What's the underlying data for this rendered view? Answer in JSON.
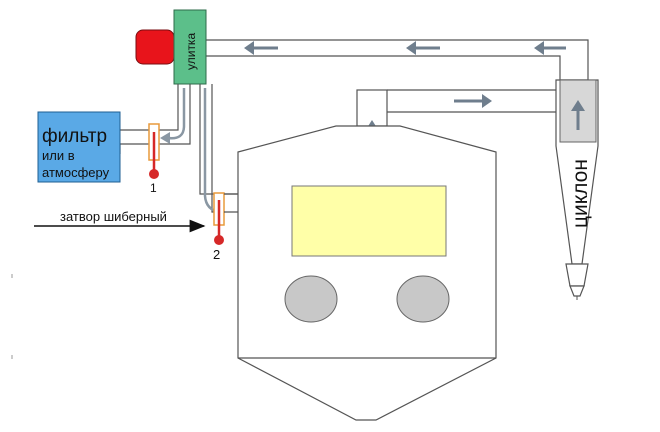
{
  "labels": {
    "snail": "улитка",
    "filter_line1": "фильтр",
    "filter_line2": "или в",
    "filter_line3": "атмосферу",
    "gate": "затвор шиберный",
    "cyclone": "циклон",
    "thermo_1": "1",
    "thermo_2": "2"
  },
  "colors": {
    "motor": "#e8141b",
    "snail_fan": "#5cbf8a",
    "filter_box": "#5aa9e6",
    "window": "#ffffa8",
    "porthole": "#c8c8c8",
    "arrow": "#6f7e8d",
    "thermometer_bulb": "#d62828",
    "thermometer_frame": "#e89a3c",
    "line": "#333333"
  },
  "icons": [
    "arrow-left-icon",
    "arrow-right-icon",
    "arrow-up-icon",
    "thermometer-icon"
  ]
}
